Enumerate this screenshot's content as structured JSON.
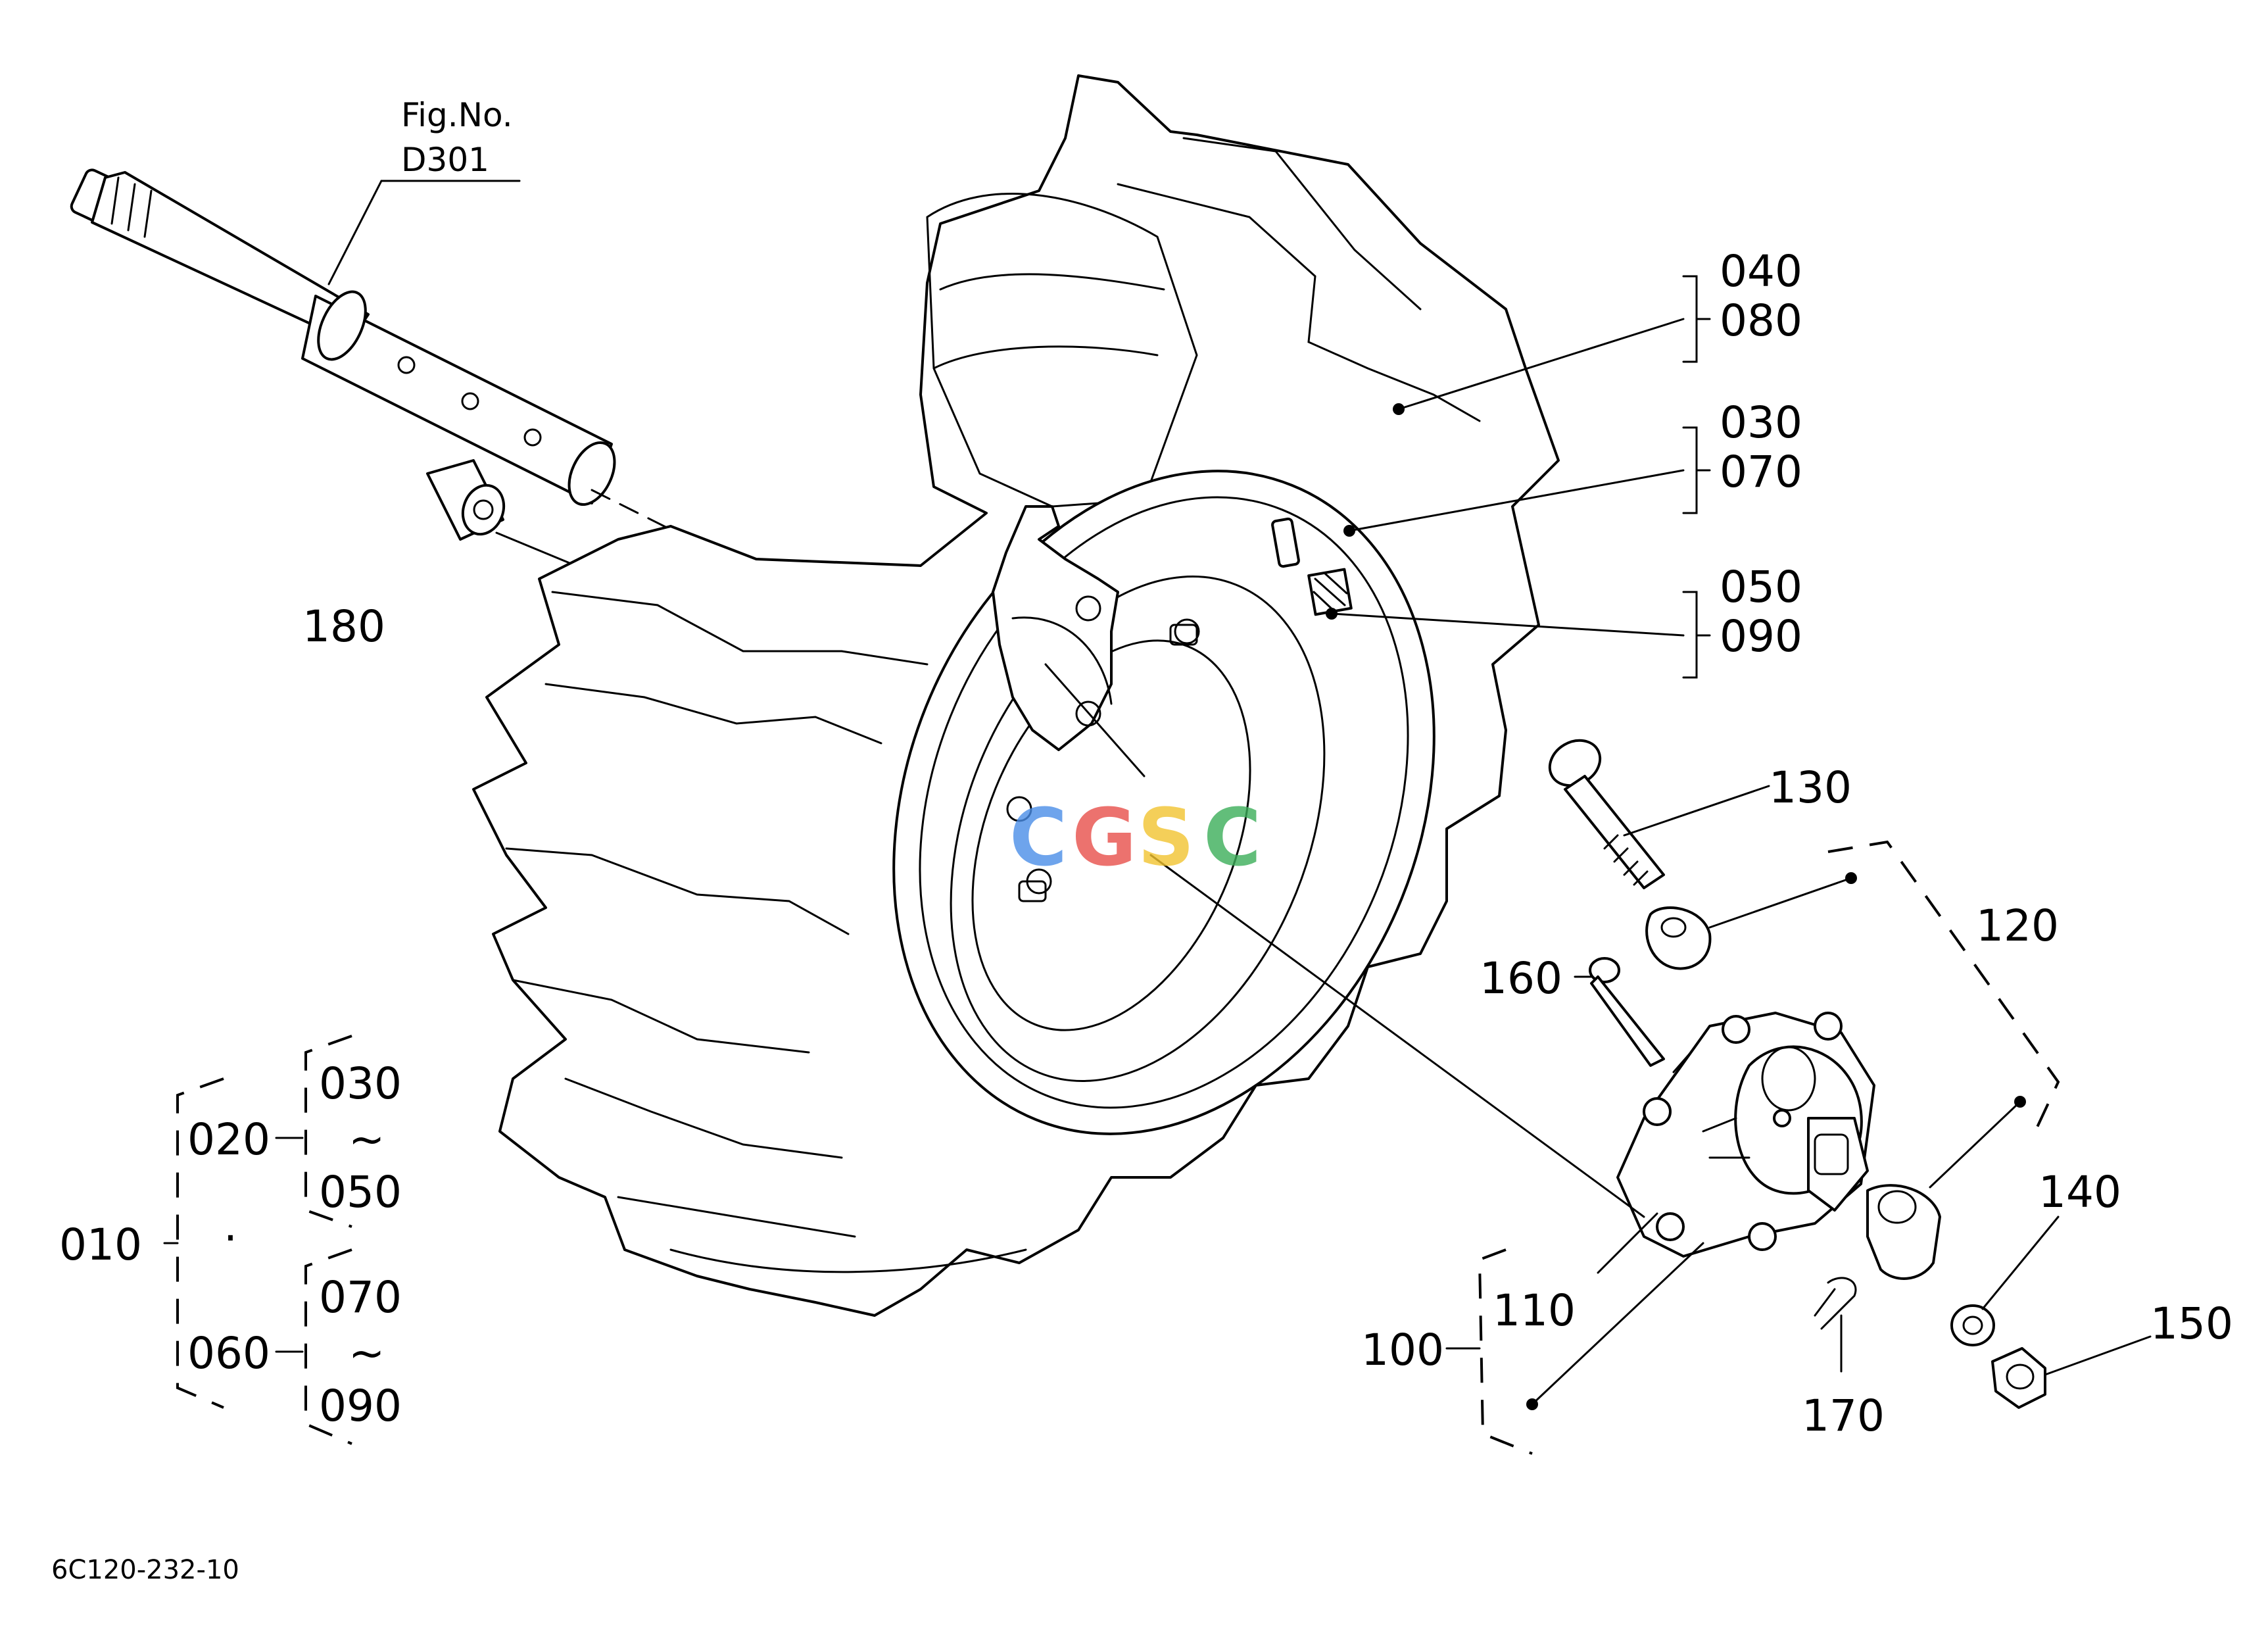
{
  "figure_ref": {
    "line1": "Fig.No.",
    "line2": "D301"
  },
  "drawing_number": "6C120-232-10",
  "watermark": {
    "letters": [
      "C",
      "G",
      "S",
      "C"
    ],
    "colors": [
      "#4a8ee8",
      "#e8504a",
      "#f2c430",
      "#3cae5a"
    ]
  },
  "callouts": {
    "c040": "040",
    "c080": "080",
    "c030": "030",
    "c070": "070",
    "c050": "050",
    "c090": "090",
    "c130": "130",
    "c120": "120",
    "c160": "160",
    "c140": "140",
    "c150": "150",
    "c170": "170",
    "c110": "110",
    "c100": "100",
    "c180": "180"
  },
  "assembly_tree": {
    "root": "010",
    "group_a": {
      "id": "020",
      "from": "030",
      "to": "050",
      "range_mark": "~"
    },
    "group_b": {
      "id": "060",
      "from": "070",
      "to": "090",
      "range_mark": "~"
    },
    "dot": "·"
  }
}
